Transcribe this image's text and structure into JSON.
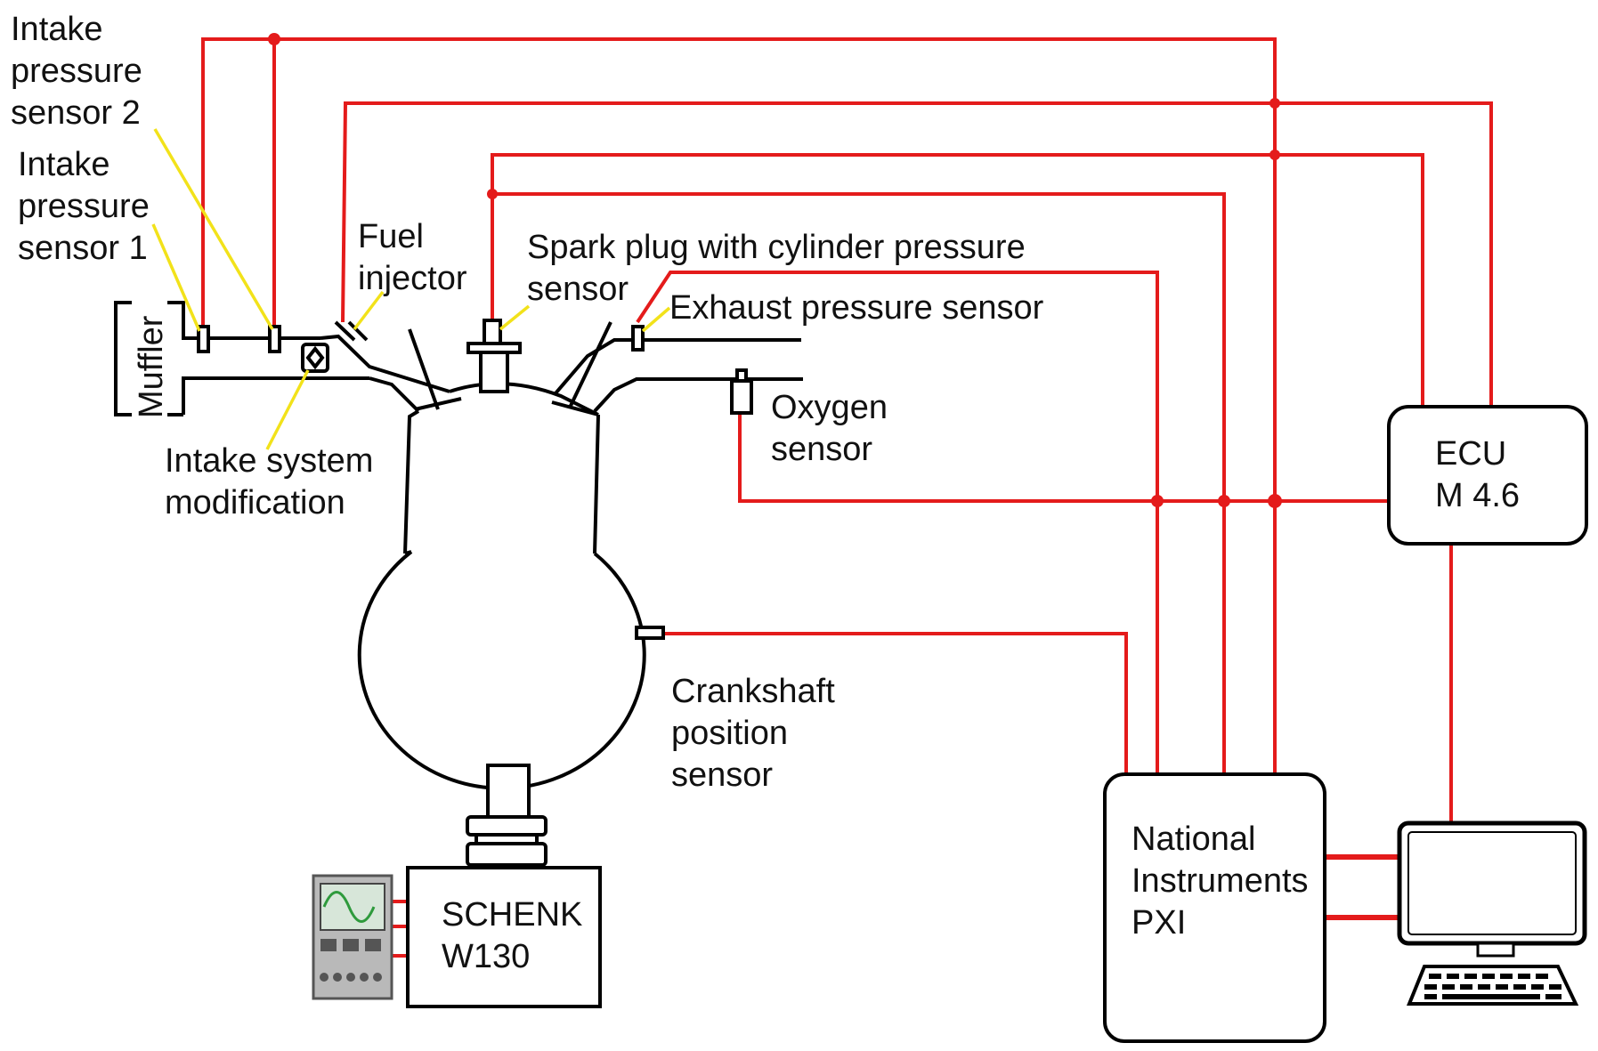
{
  "labels": {
    "intake_sensor_2": [
      "Intake",
      "pressure",
      "sensor 2"
    ],
    "intake_sensor_1": [
      "Intake",
      "pressure",
      "sensor 1"
    ],
    "muffler": "Muffler",
    "fuel_injector": [
      "Fuel",
      "injector"
    ],
    "spark_plug": [
      "Spark plug with cylinder pressure",
      "sensor"
    ],
    "exhaust_sensor": "Exhaust pressure sensor",
    "oxygen_sensor": [
      "Oxygen",
      "sensor"
    ],
    "intake_modification": [
      "Intake system",
      "modification"
    ],
    "crankshaft_sensor": [
      "Crankshaft",
      "position",
      "sensor"
    ],
    "ecu": [
      "ECU",
      "M 4.6"
    ],
    "ni_pxi": [
      "National",
      "Instruments",
      "PXI"
    ],
    "dyno": [
      "SCHENK",
      "W130"
    ]
  },
  "colors": {
    "wire": "#e41b1b",
    "leader": "#f2e21a",
    "outline": "#000000",
    "scope_screen": "#2e9a3c"
  },
  "icons": {
    "computer": "computer-monitor-icon",
    "oscilloscope": "oscilloscope-icon"
  }
}
